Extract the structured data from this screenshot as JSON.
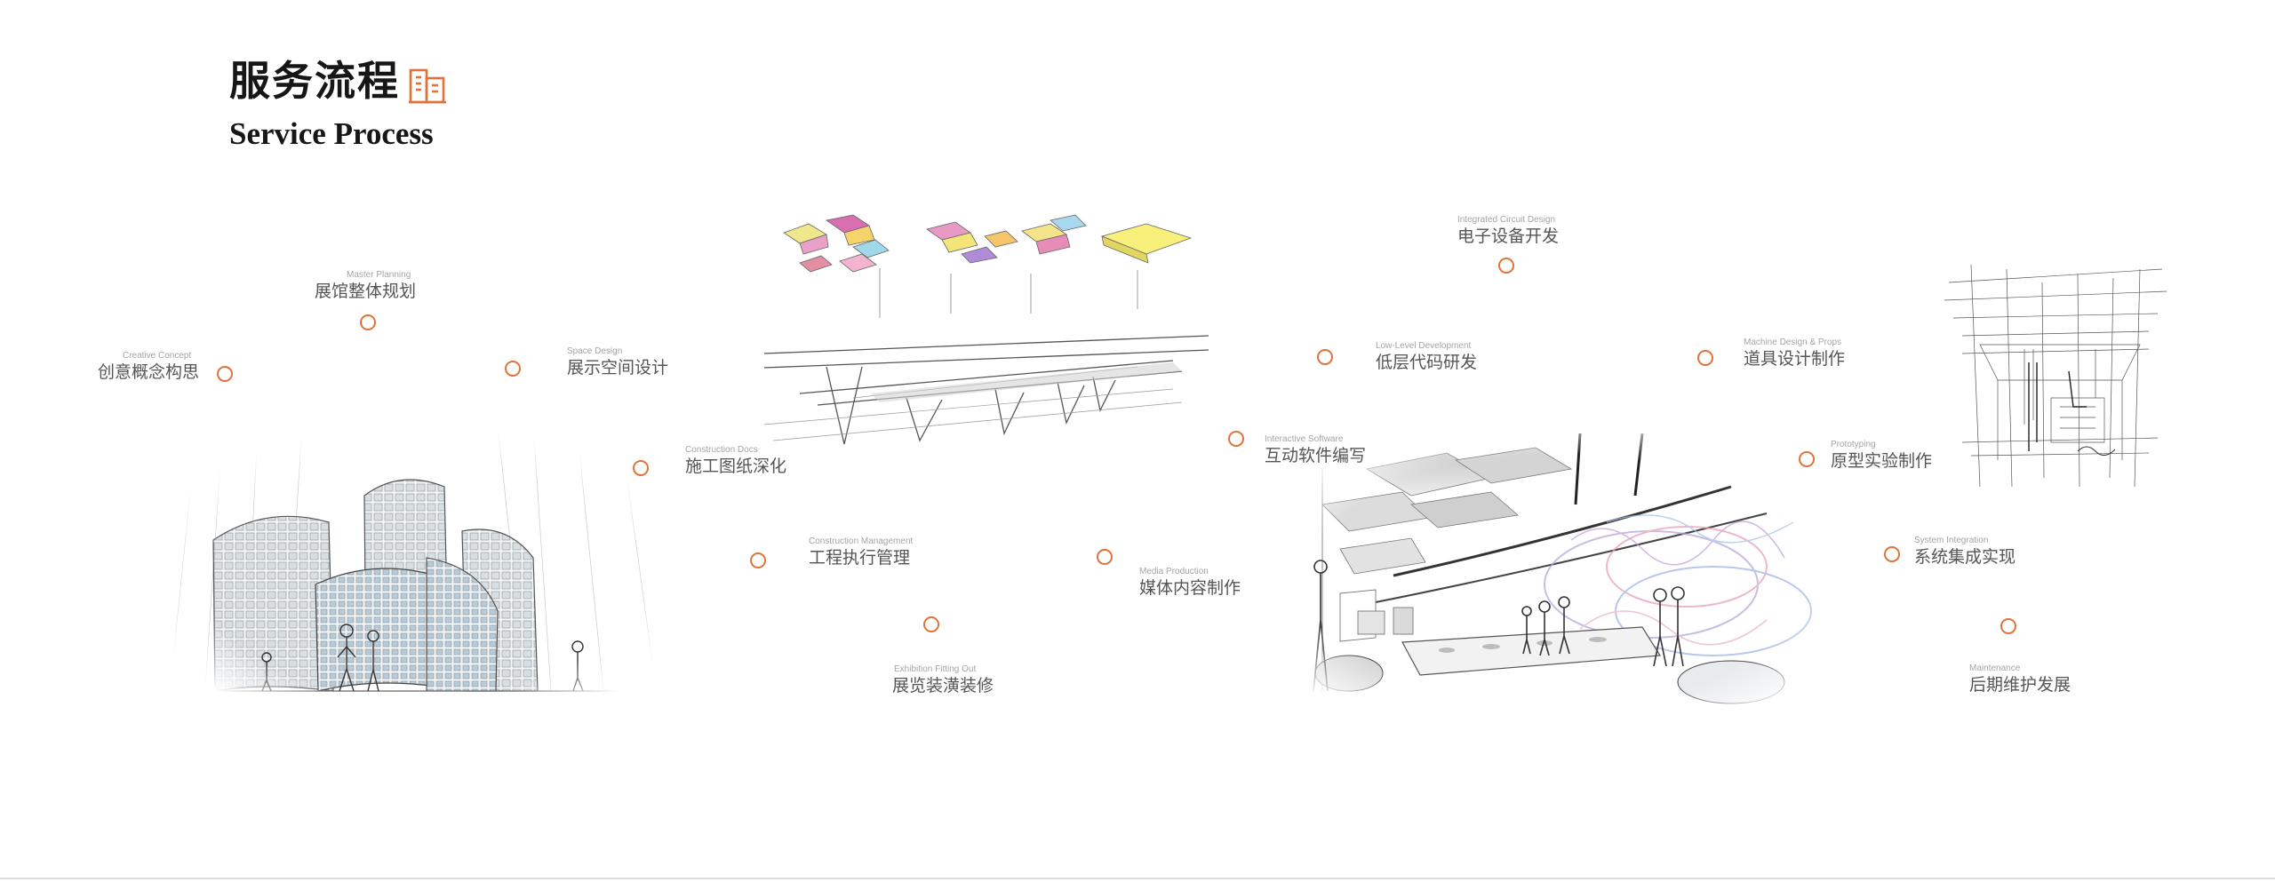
{
  "header": {
    "title_cn": "服务流程",
    "title_en": "Service Process",
    "icon": "building-icon",
    "accent_color": "#e0723a"
  },
  "steps": [
    {
      "en": "Creative Concept",
      "cn": "创意概念构思"
    },
    {
      "en": "Master Planning",
      "cn": "展馆整体规划"
    },
    {
      "en": "Space Design",
      "cn": "展示空间设计"
    },
    {
      "en": "Construction Docs",
      "cn": "施工图纸深化"
    },
    {
      "en": "Construction Management",
      "cn": "工程执行管理"
    },
    {
      "en": "Exhibition Fitting Out",
      "cn": "展览装潢装修"
    },
    {
      "en": "Media Production",
      "cn": "媒体内容制作"
    },
    {
      "en": "Interactive Software",
      "cn": "互动软件编写"
    },
    {
      "en": "Low-Level Development",
      "cn": "低层代码研发"
    },
    {
      "en": "Integrated Circuit Design",
      "cn": "电子设备开发"
    },
    {
      "en": "Machine Design & Props",
      "cn": "道具设计制作"
    },
    {
      "en": "Prototyping",
      "cn": "原型实验制作"
    },
    {
      "en": "System Integration",
      "cn": "系统集成实现"
    },
    {
      "en": "Maintenance",
      "cn": "后期维护发展"
    }
  ]
}
